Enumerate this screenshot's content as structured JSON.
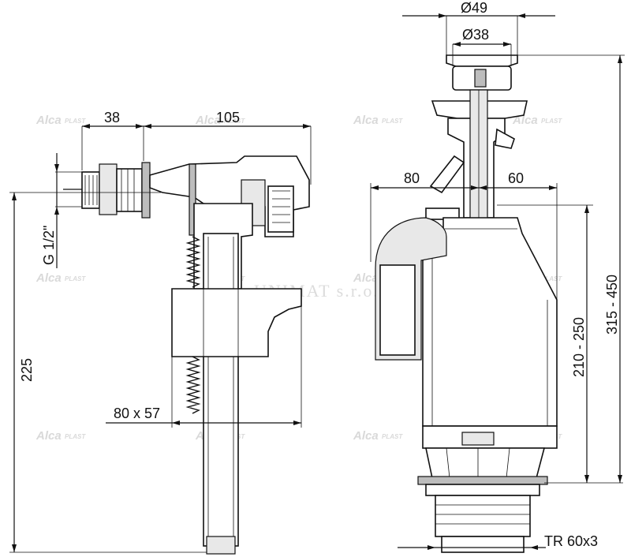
{
  "dimensions": {
    "fill_valve": {
      "thread": "G 1/2\"",
      "offset": "38",
      "length": "105",
      "height": "225",
      "float_size": "80 x 57"
    },
    "flush_valve": {
      "diameter_outer": "Ø49",
      "diameter_inner": "Ø38",
      "left_reach": "80",
      "right_reach": "60",
      "overflow_height": "210 - 250",
      "total_height": "315 - 450",
      "thread": "TR 60x3"
    }
  },
  "watermark": {
    "brand": "Alca",
    "brand_suffix": "PLAST",
    "company": "UNIMAT s.r.o."
  }
}
